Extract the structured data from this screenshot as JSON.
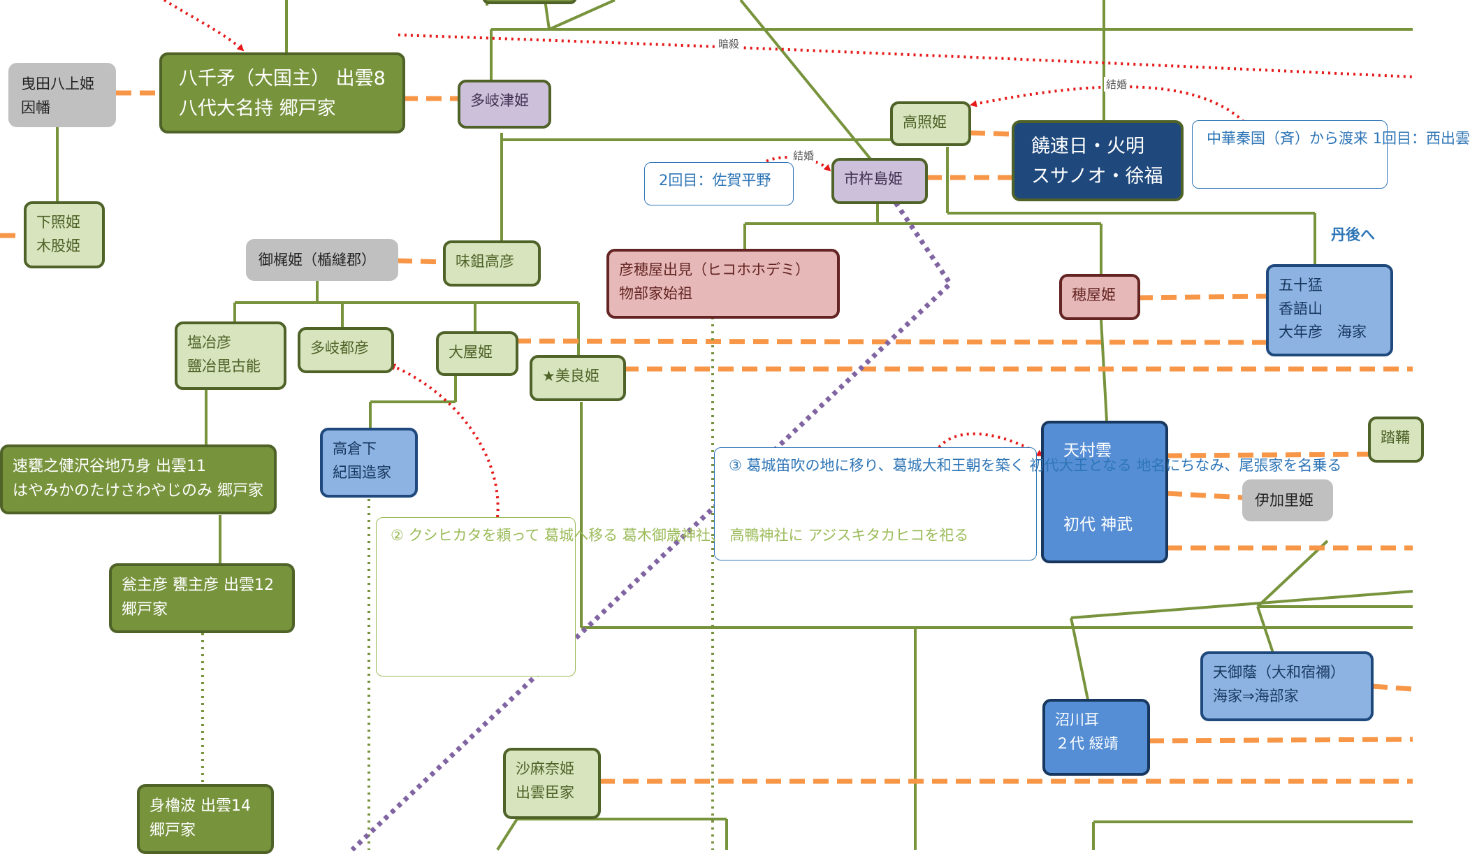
{
  "nodes": {
    "yakami": [
      "曳田八上姫",
      "因幡"
    ],
    "yachihoko": [
      "八千矛（大国主） 出雲8",
      "八代大名持 郷戸家"
    ],
    "takitsu": [
      "多岐津姫"
    ],
    "shitateru": [
      "下照姫",
      "木股姫"
    ],
    "takateru": [
      "高照姫"
    ],
    "nigihayahi": [
      "饒速日・火明",
      "スサノオ・徐福"
    ],
    "ichikishima": [
      "市杵島姫"
    ],
    "mikaji": [
      "御梶姫（楯縫郡）"
    ],
    "ajisuki": [
      "味鉏高彦"
    ],
    "hikohohode": [
      "彦穂屋出見（ヒコホホデミ）",
      "物部家始祖"
    ],
    "hoya": [
      "穂屋姫"
    ],
    "isotake": [
      "五十猛",
      "香語山",
      "大年彦　海家"
    ],
    "shiyahiko": [
      "塩冶彦",
      "鹽冶毘古能"
    ],
    "takitsuhiko": [
      "多岐都彦"
    ],
    "oya": [
      "大屋姫"
    ],
    "mera": [
      "★美良姫"
    ],
    "hayamika": [
      "速甕之健沢谷地乃身 出雲11",
      "はやみかのたけさわやじのみ 郷戸家"
    ],
    "takakuraji": [
      "高倉下",
      "紀国造家"
    ],
    "amanomurakumo": [
      "天村雲",
      "初代 神武"
    ],
    "tatara": [
      "踏鞴"
    ],
    "ikari": [
      "伊加里姫"
    ],
    "mikanushi": [
      "瓮主彦 甕主彦 出雲12",
      "郷戸家"
    ],
    "amanohoshi": [
      "天御蔭（大和宿禰）",
      "海家⇒海部家"
    ],
    "nunakawa": [
      "沼川耳",
      "２代 綏靖"
    ],
    "samana": [
      "沙麻奈姫",
      "出雲臣家"
    ],
    "mirohana": [
      "身櫓波 出雲14",
      "郷戸家"
    ]
  },
  "notes": {
    "saga": [
      "2回目：佐賀平野"
    ],
    "china": [
      "中華秦国（斉）から渡来",
      "1回目：西出雲"
    ],
    "katsuragi": [
      "③",
      "葛城笛吹の地に移り、葛城大和王朝を築く",
      "初代大王となる",
      "地名にちなみ、尾張家を名乗る"
    ],
    "kusahika": [
      "②",
      "クシヒカタを頼って",
      "葛城へ移る",
      "葛木御歳神社、",
      "高鴨神社に",
      "アジスキタカヒコを祀る"
    ]
  },
  "labels": {
    "assassination": "暗殺",
    "marriage_1": "結婚",
    "marriage_2": "結婚",
    "tango": "丹後へ"
  },
  "colors": {
    "dark_green": "#77933c",
    "light_green": "#d7e4bd",
    "lavender": "#ccc0da",
    "gray": "#c0c0c0",
    "pink": "#e6b9b8",
    "light_blue": "#8db3e2",
    "medium_blue": "#558ed5",
    "navy": "#1f497d",
    "line_green": "#77933c",
    "orange_dash": "#f79646",
    "red_dot": "#e51919",
    "purple_dot": "#8064a2"
  }
}
